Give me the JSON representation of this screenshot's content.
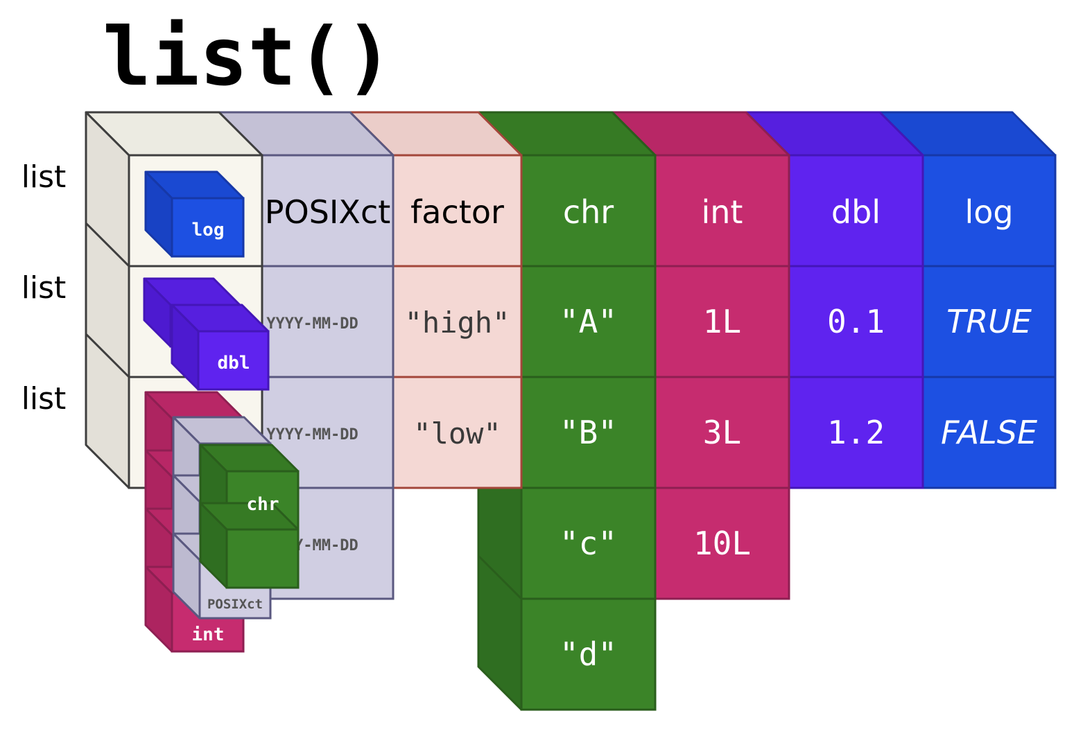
{
  "title": "list()",
  "row_labels": [
    "list",
    "list",
    "list"
  ],
  "colors": {
    "list_front": "#f8f6ee",
    "list_side": "#e3e0d8",
    "list_top": "#ecebe2",
    "list_stroke": "#3e3e3e",
    "posix_front": "#d0cee2",
    "posix_side": "#bdbad0",
    "posix_top": "#c4c1d6",
    "posix_stroke": "#5a5880",
    "factor_front": "#f4d8d4",
    "factor_side": "#e8c8c4",
    "factor_top": "#ebcdc9",
    "factor_stroke": "#a3463a",
    "chr_front": "#3b8428",
    "chr_side": "#2f6e21",
    "chr_top": "#367a24",
    "chr_stroke": "#2a5e1c",
    "int_front": "#c62c6f",
    "int_side": "#ad2460",
    "int_top": "#b82766",
    "int_stroke": "#8e1f52",
    "dbl_front": "#5f23ef",
    "dbl_side": "#4d1ad0",
    "dbl_top": "#561fdf",
    "dbl_stroke": "#4416b8",
    "log_front": "#1d50e2",
    "log_side": "#1842c4",
    "log_top": "#1a49d2",
    "log_stroke": "#1638a8"
  },
  "columns": [
    {
      "id": "posix",
      "header": "POSIXct",
      "values": [
        "YYYY-MM-DD",
        "YYYY-MM-DD",
        "YYYY-MM-DD"
      ]
    },
    {
      "id": "factor",
      "header": "factor",
      "values": [
        "\"high\"",
        "\"low\""
      ]
    },
    {
      "id": "chr",
      "header": "chr",
      "values": [
        "\"A\"",
        "\"B\"",
        "\"c\"",
        "\"d\""
      ]
    },
    {
      "id": "int",
      "header": "int",
      "values": [
        "1L",
        "3L",
        "10L"
      ]
    },
    {
      "id": "dbl",
      "header": "dbl",
      "values": [
        "0.1",
        "1.2"
      ]
    },
    {
      "id": "log",
      "header": "log",
      "values": [
        "TRUE",
        "FALSE"
      ]
    }
  ],
  "nested": {
    "log_label": "log",
    "dbl_label": "dbl",
    "int_label": "int",
    "posix_label": "POSIXct",
    "chr_label": "chr"
  }
}
